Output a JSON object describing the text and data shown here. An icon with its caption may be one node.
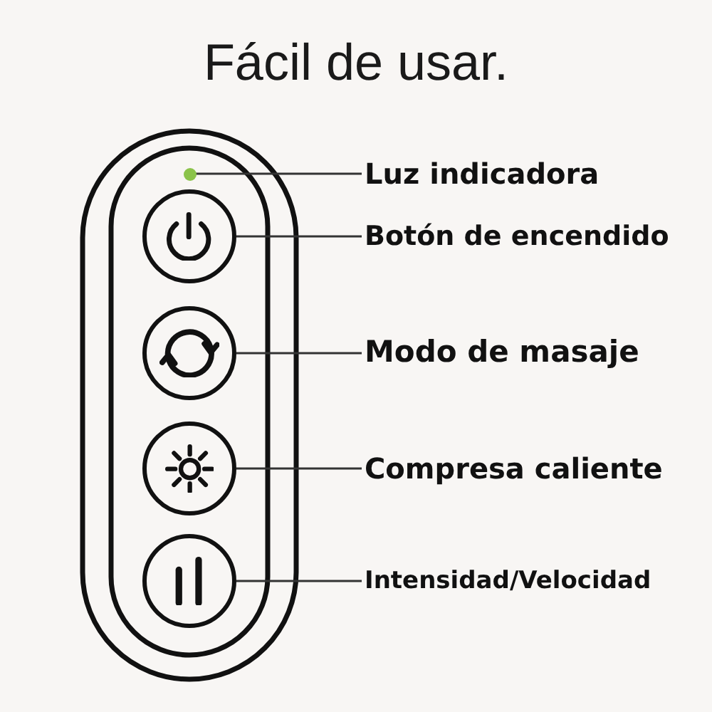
{
  "diagram": {
    "title": "Fácil de usar.",
    "nodes": [
      {
        "text": [
          "Luz indicadora"
        ]
      },
      {
        "text": [],
        "shape": "circle"
      },
      {
        "text": [
          "Botón de encendido"
        ]
      },
      {
        "text": [],
        "shape": "circle"
      },
      {
        "text": [
          "Modo de masaje"
        ]
      },
      {
        "text": [],
        "shape": "circle"
      },
      {
        "text": [
          "Compresa caliente"
        ]
      },
      {
        "text": [],
        "shape": "circle"
      },
      {
        "text": [
          "Intensidad/Velocidad"
        ]
      },
      {
        "text": [],
        "shape": "circle"
      }
    ],
    "edges": [
      {
        "from": 0,
        "to": 1,
        "arrow": "none"
      },
      {
        "from": 2,
        "to": 3,
        "arrow": "none"
      },
      {
        "from": 4,
        "to": 5,
        "arrow": "none"
      },
      {
        "from": 6,
        "to": 7,
        "arrow": "none"
      },
      {
        "from": 8,
        "to": 9,
        "arrow": "none"
      }
    ]
  }
}
